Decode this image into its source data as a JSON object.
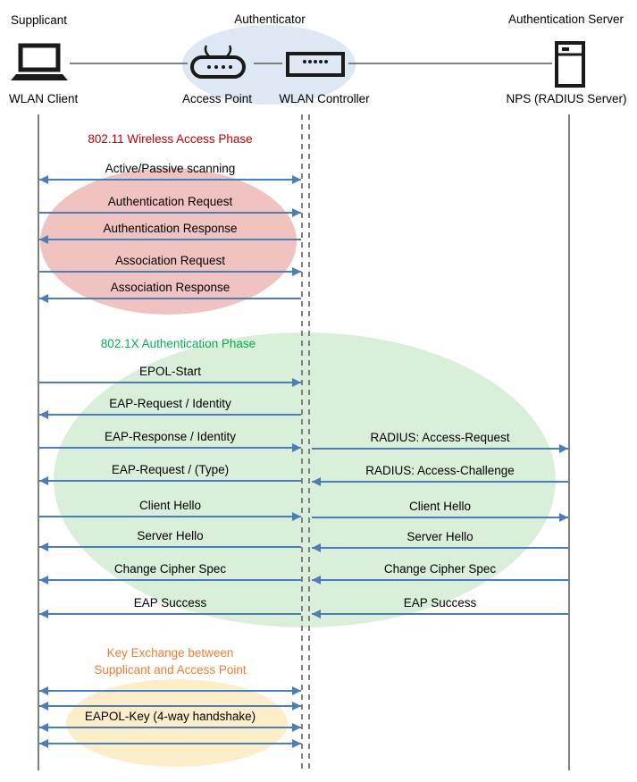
{
  "header": {
    "roles": [
      {
        "label": "Supplicant"
      },
      {
        "label": "Authenticator"
      },
      {
        "label": "Authentication Server"
      }
    ],
    "devices": [
      {
        "label": "WLAN Client",
        "icon": "laptop-icon"
      },
      {
        "label": "Access Point",
        "icon": "access-point-icon"
      },
      {
        "label": "WLAN Controller",
        "icon": "wlan-controller-icon"
      },
      {
        "label": "NPS (RADIUS Server)",
        "icon": "server-icon"
      }
    ]
  },
  "phases": [
    {
      "name": "802.11 Wireless Access Phase",
      "title_color": "#c00000",
      "fill": "#f0c3c1"
    },
    {
      "name": "802.1X Authentication Phase",
      "title_color": "#00b050",
      "fill": "#d9efd9"
    },
    {
      "name_line1": "Key Exchange between",
      "name_line2": "Supplicant and Access Point",
      "title_color": "#ed7d31",
      "fill": "#fdeec9"
    }
  ],
  "messages": {
    "client_to_controller": [
      {
        "label": "Active/Passive scanning",
        "direction": "both"
      },
      {
        "label": "Authentication Request",
        "direction": "right"
      },
      {
        "label": "Authentication Response",
        "direction": "left"
      },
      {
        "label": "Association Request",
        "direction": "right"
      },
      {
        "label": "Association Response",
        "direction": "left"
      },
      {
        "label": "EPOL-Start",
        "direction": "right"
      },
      {
        "label": "EAP-Request / Identity",
        "direction": "left"
      },
      {
        "label": "EAP-Response / Identity",
        "direction": "right"
      },
      {
        "label": "EAP-Request / (Type)",
        "direction": "left"
      },
      {
        "label": "Client Hello",
        "direction": "right"
      },
      {
        "label": "Server Hello",
        "direction": "left"
      },
      {
        "label": "Change Cipher Spec",
        "direction": "left"
      },
      {
        "label": "EAP Success",
        "direction": "left"
      },
      {
        "label": "",
        "direction": "both"
      },
      {
        "label": "",
        "direction": "both"
      },
      {
        "label": "EAPOL-Key (4-way handshake)",
        "direction": "both"
      },
      {
        "label": "",
        "direction": "both"
      }
    ],
    "controller_to_server": [
      {
        "label": "RADIUS: Access-Request",
        "direction": "right"
      },
      {
        "label": "RADIUS: Access-Challenge",
        "direction": "left"
      },
      {
        "label": "Client Hello",
        "direction": "right"
      },
      {
        "label": "Server Hello",
        "direction": "left"
      },
      {
        "label": "Change Cipher Spec",
        "direction": "left"
      },
      {
        "label": "EAP Success",
        "direction": "left"
      }
    ]
  },
  "colors": {
    "arrow": "#4a7ebb",
    "lifeline": "#7f7f7f"
  }
}
